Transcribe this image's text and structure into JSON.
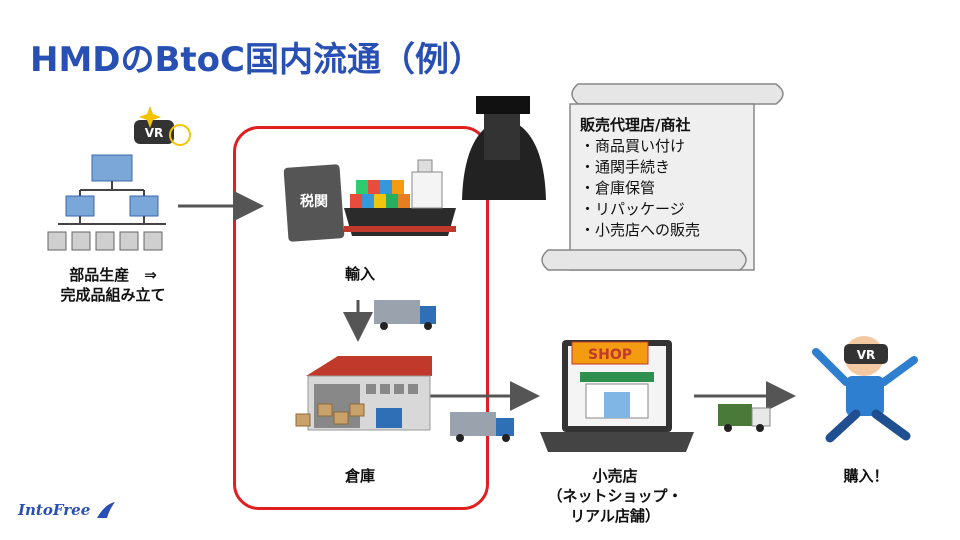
{
  "title": "HMDのBtoC国内流通（例）",
  "nodes": {
    "parts": {
      "line1": "部品生産　⇒",
      "line2": "完成品組み立て"
    },
    "import": {
      "label": "輸入",
      "customs_text": "税関"
    },
    "warehouse": {
      "label": "倉庫"
    },
    "retail": {
      "line1": "小売店",
      "line2": "（ネットショップ・",
      "line3": "リアル店舗）",
      "sign": "SHOP"
    },
    "purchase": {
      "label": "購入！"
    }
  },
  "distributor": {
    "heading": "販売代理店/商社",
    "items": [
      "・商品買い付け",
      "・通関手続き",
      "・倉庫保管",
      "・リパッケージ",
      "・小売店への販売"
    ]
  },
  "vr_text": "VR",
  "logo": "IntoFree",
  "colors": {
    "title": "#2850b4",
    "highlight_box": "#e02020",
    "arrow": "#555555"
  }
}
